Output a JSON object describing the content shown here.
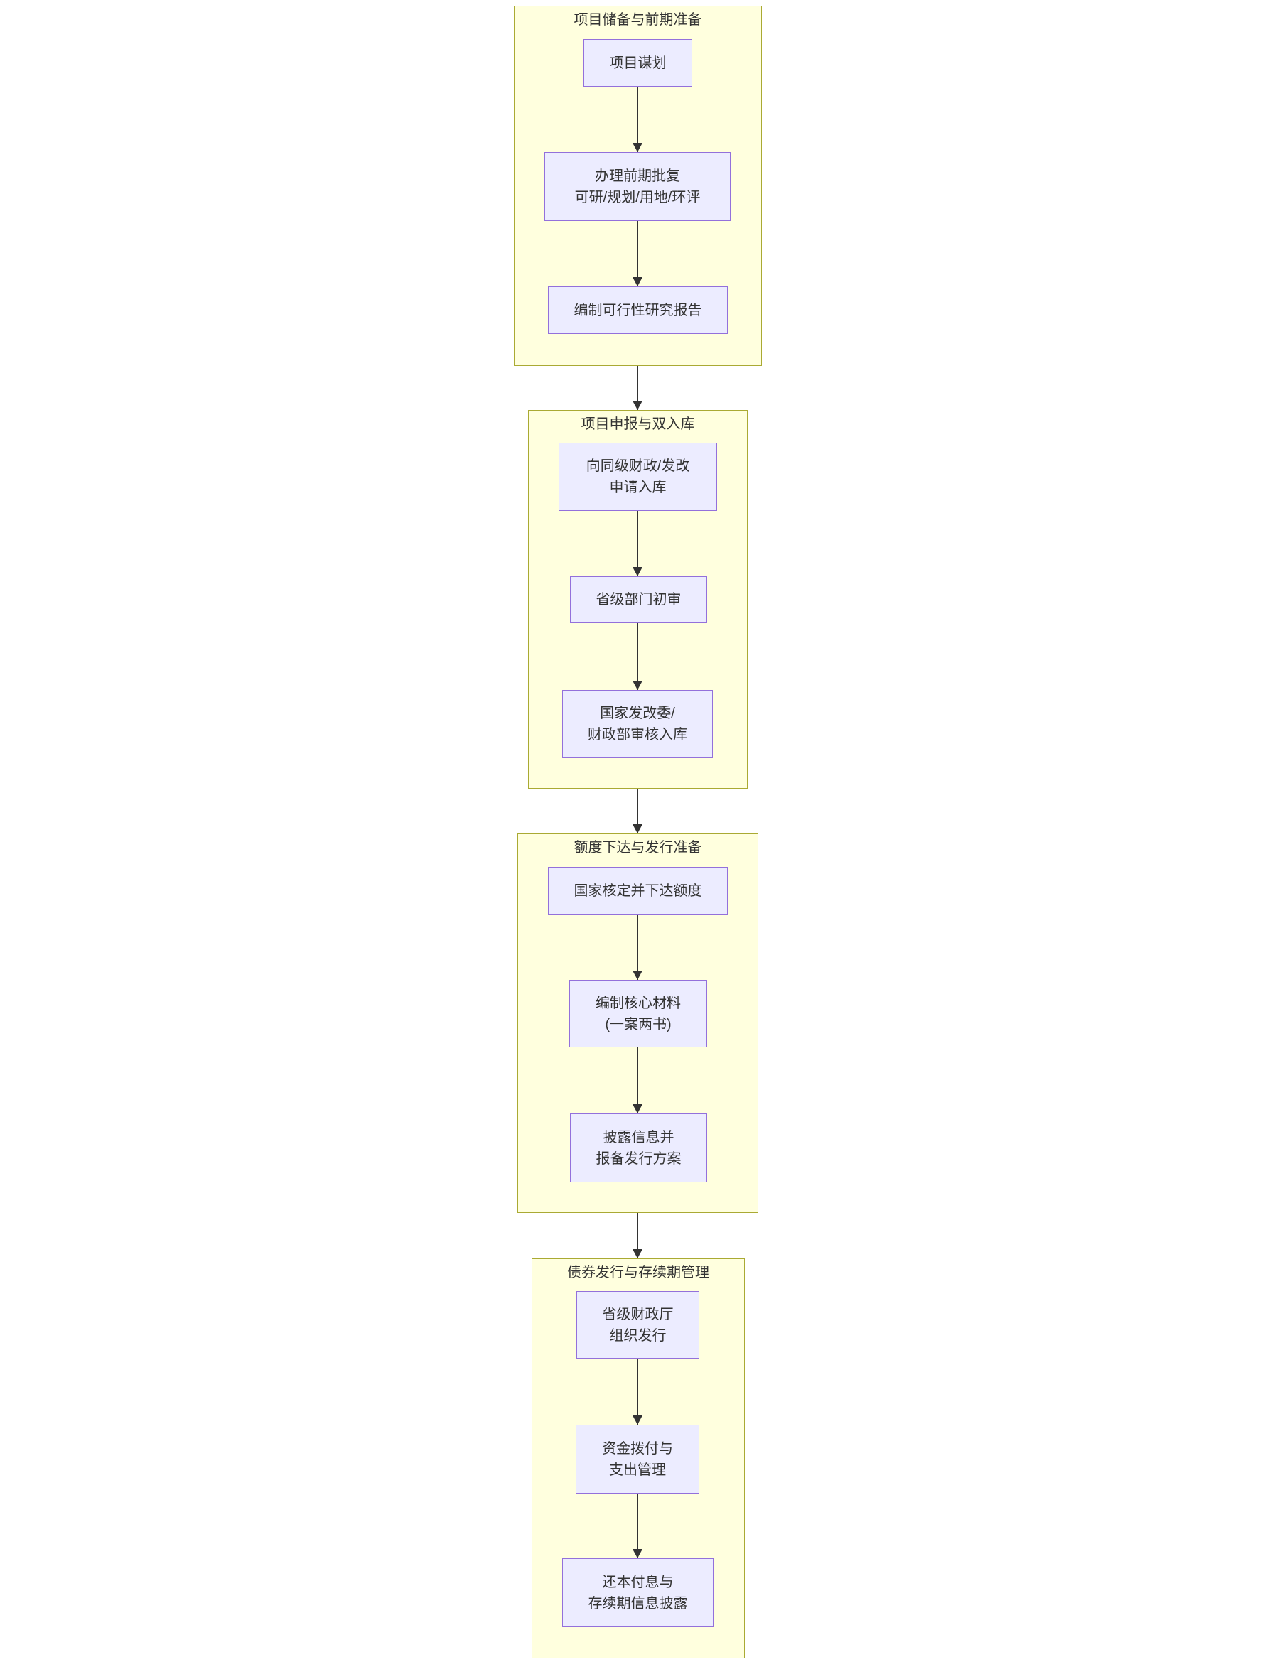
{
  "diagram": {
    "type": "flowchart",
    "direction": "top-down",
    "colors": {
      "cluster_fill": "#ffffde",
      "cluster_border": "#aaaa33",
      "node_fill": "#ececff",
      "node_border": "#9370db",
      "arrow": "#333333",
      "text": "#333333",
      "background": "#ffffff"
    },
    "sections": [
      {
        "title": "项目储备与前期准备",
        "nodes": [
          {
            "text": "项目谋划"
          },
          {
            "text": "办理前期批复\n可研/规划/用地/环评"
          },
          {
            "text": "编制可行性研究报告"
          }
        ]
      },
      {
        "title": "项目申报与双入库",
        "nodes": [
          {
            "text": "向同级财政/发改\n申请入库"
          },
          {
            "text": "省级部门初审"
          },
          {
            "text": "国家发改委/\n财政部审核入库"
          }
        ]
      },
      {
        "title": "额度下达与发行准备",
        "nodes": [
          {
            "text": "国家核定并下达额度"
          },
          {
            "text": "编制核心材料\n(一案两书)"
          },
          {
            "text": "披露信息并\n报备发行方案"
          }
        ]
      },
      {
        "title": "债券发行与存续期管理",
        "nodes": [
          {
            "text": "省级财政厅\n组织发行"
          },
          {
            "text": "资金拨付与\n支出管理"
          },
          {
            "text": "还本付息与\n存续期信息披露"
          }
        ]
      }
    ]
  }
}
